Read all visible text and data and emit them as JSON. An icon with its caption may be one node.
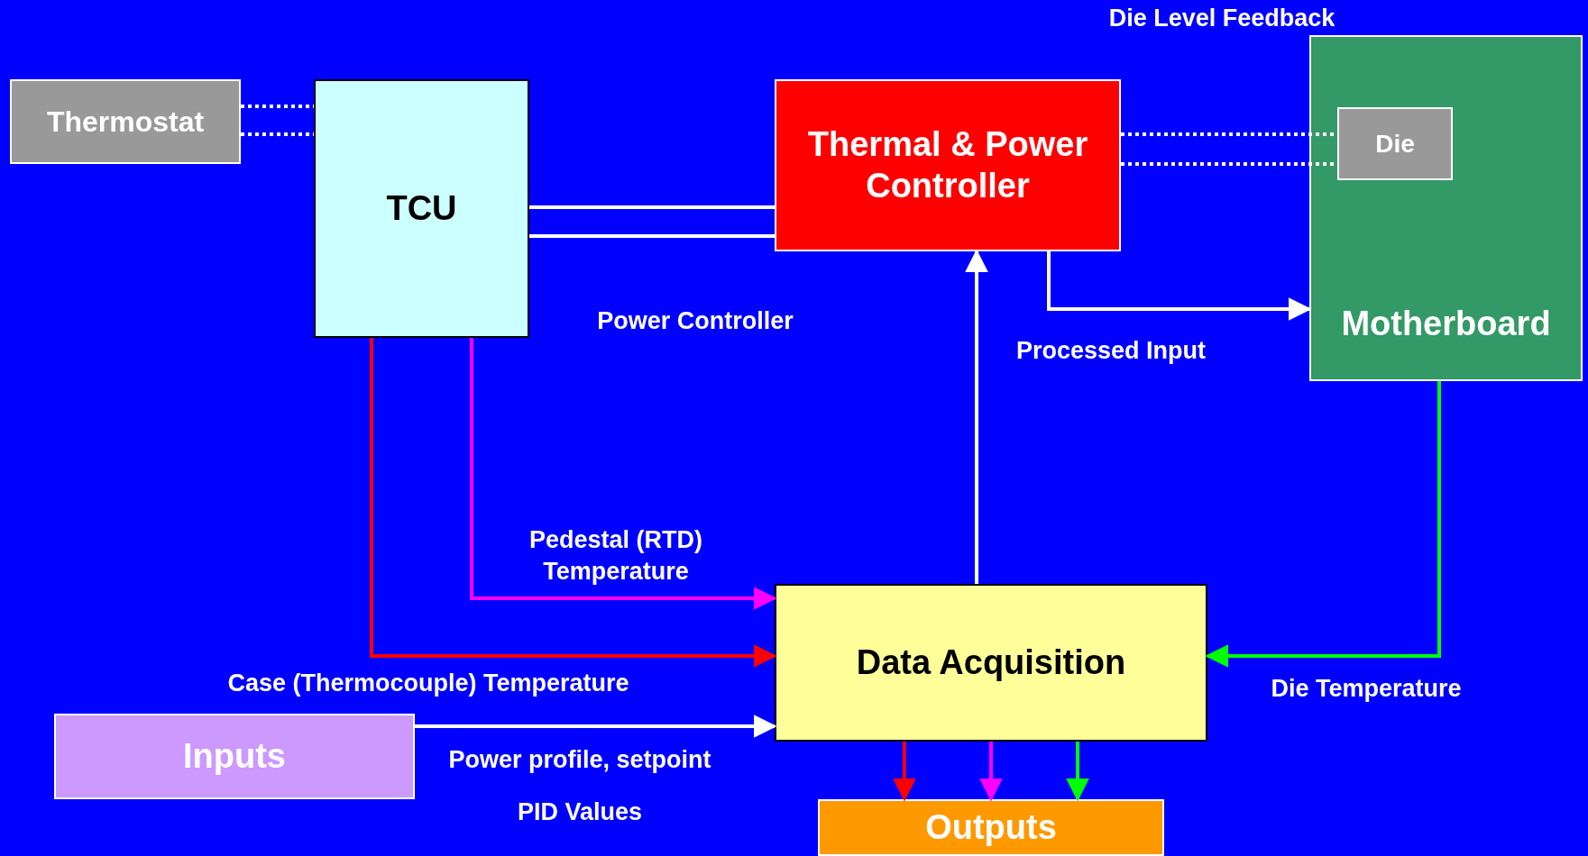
{
  "diagram": {
    "nodes": [
      {
        "text": [
          "Thermostat"
        ]
      },
      {
        "text": [
          "TCU"
        ]
      },
      {
        "text": [
          "Thermal & Power Controller"
        ]
      },
      {
        "text": [
          "Motherboard"
        ]
      },
      {
        "text": [
          "Die"
        ],
        "in": 3
      },
      {
        "text": [
          "Data Acquisition"
        ]
      },
      {
        "text": [
          "Inputs"
        ]
      },
      {
        "text": [
          "Outputs"
        ]
      }
    ],
    "edges": [
      {
        "from": 0,
        "to": 1,
        "arrow": "none",
        "style": "dashed"
      },
      {
        "from": 0,
        "to": 1,
        "arrow": "none",
        "style": "dashed"
      },
      {
        "from": 1,
        "to": 2,
        "arrow": "none"
      },
      {
        "from": 1,
        "to": 2,
        "arrow": "none"
      },
      {
        "from": 2,
        "to": 4,
        "arrow": "none",
        "style": "dashed"
      },
      {
        "from": 2,
        "to": 4,
        "arrow": "none",
        "style": "dashed"
      },
      {
        "from": 2,
        "to": 3,
        "arrow": "to"
      },
      {
        "from": 5,
        "to": 2,
        "arrow": "to",
        "label": "Processed Input"
      },
      {
        "from": 1,
        "to": 5,
        "arrow": "to",
        "label": "Pedestal (RTD) Temperature",
        "color": "#ff00ff"
      },
      {
        "from": 1,
        "to": 5,
        "arrow": "to",
        "label": "Case (Thermocouple) Temperature",
        "color": "#ff0000"
      },
      {
        "from": 6,
        "to": 5,
        "arrow": "to",
        "label": "Power profile, setpoint"
      },
      {
        "from": 3,
        "to": 5,
        "arrow": "to",
        "label": "Die Temperature",
        "color": "#00ff00"
      },
      {
        "from": 5,
        "to": 7,
        "arrow": "to",
        "color": "#ff0000"
      },
      {
        "from": 5,
        "to": 7,
        "arrow": "to",
        "color": "#ff00ff"
      },
      {
        "from": 5,
        "to": 7,
        "arrow": "to",
        "color": "#00ff00"
      }
    ],
    "labels": [
      "Die Level Feedback",
      "Power Controller",
      "PID Values"
    ]
  }
}
